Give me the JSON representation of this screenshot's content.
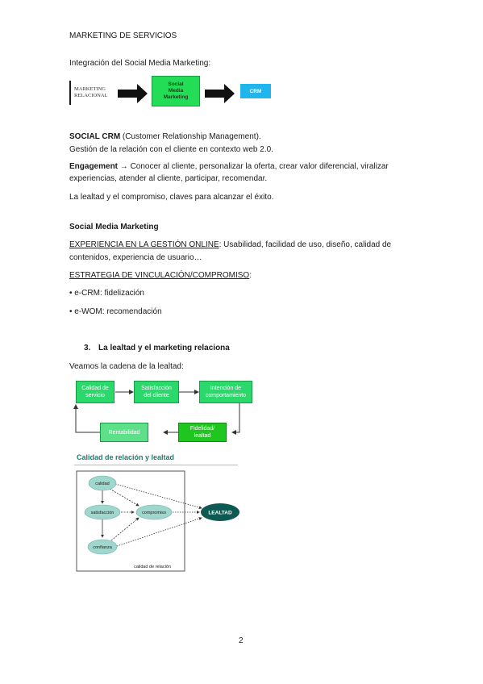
{
  "header": {
    "title": "MARKETING DE SERVICIOS"
  },
  "intro": {
    "heading": "Integración del Social Media Marketing:"
  },
  "flow1": {
    "box1_line1": "MARKETING",
    "box1_line2": "RELACIONAL",
    "box2_line1": "Social",
    "box2_line2": "Media",
    "box2_line3": "Marketing",
    "box3": "CRM",
    "color_green": "#22dd55",
    "color_cyan": "#1fb6ee"
  },
  "social_crm": {
    "title": "SOCIAL CRM",
    "title_rest": " (Customer Relationship Management).",
    "subtitle": "Gestión de la relación con el cliente en contexto web 2.0.",
    "engagement_label": "Engagement",
    "engagement_arrow": " → ",
    "engagement_text_1": "Conocer al cliente, personalizar la oferta, crear valor diferencial, viralizar",
    "engagement_text_2": "experiencias, atender al cliente, participar, recomendar.",
    "loyalty": "La lealtad y el compromiso, claves para alcanzar el éxito."
  },
  "smm": {
    "title": "Social Media Marketing",
    "exp_label": "EXPERIENCIA EN LA GESTIÓN ONLINE",
    "exp_text_1": ": Usabilidad, facilidad de uso, diseño, calidad de",
    "exp_text_2": "contenidos, experiencia de usuario…",
    "strategy_label": "ESTRATEGIA DE VINCULACIÓN/COMPROMISO",
    "strategy_colon": ":",
    "bullets": [
      "e-CRM: fidelización",
      "e-WOM: recomendación"
    ]
  },
  "section3": {
    "number": "3.",
    "title": "La lealtad y el marketing relaciona",
    "chain_intro": "Veamos la cadena de la lealtad:"
  },
  "chain": {
    "box1_l1": "Calidad de",
    "box1_l2": "servicio",
    "box2_l1": "Satisfacción",
    "box2_l2": "del cliente",
    "box3_l1": "Intención de",
    "box3_l2": "comportamiento",
    "box4_l1": "Fidelidad/",
    "box4_l2": "lealtad",
    "box5": "Rentabilidad"
  },
  "relation": {
    "title": "Calidad de relación y lealtad",
    "node_calidad": "calidad",
    "node_satisfaccion": "satisfacción",
    "node_compromiso": "compromiso",
    "node_confianza": "confianza",
    "node_lealtad": "LEALTAD",
    "frame_label": "calidad de relación",
    "color_title": "#1f7a70",
    "color_node": "#9fd7cf",
    "color_lealtad": "#0e5a52"
  },
  "footer": {
    "page_number": "2"
  }
}
